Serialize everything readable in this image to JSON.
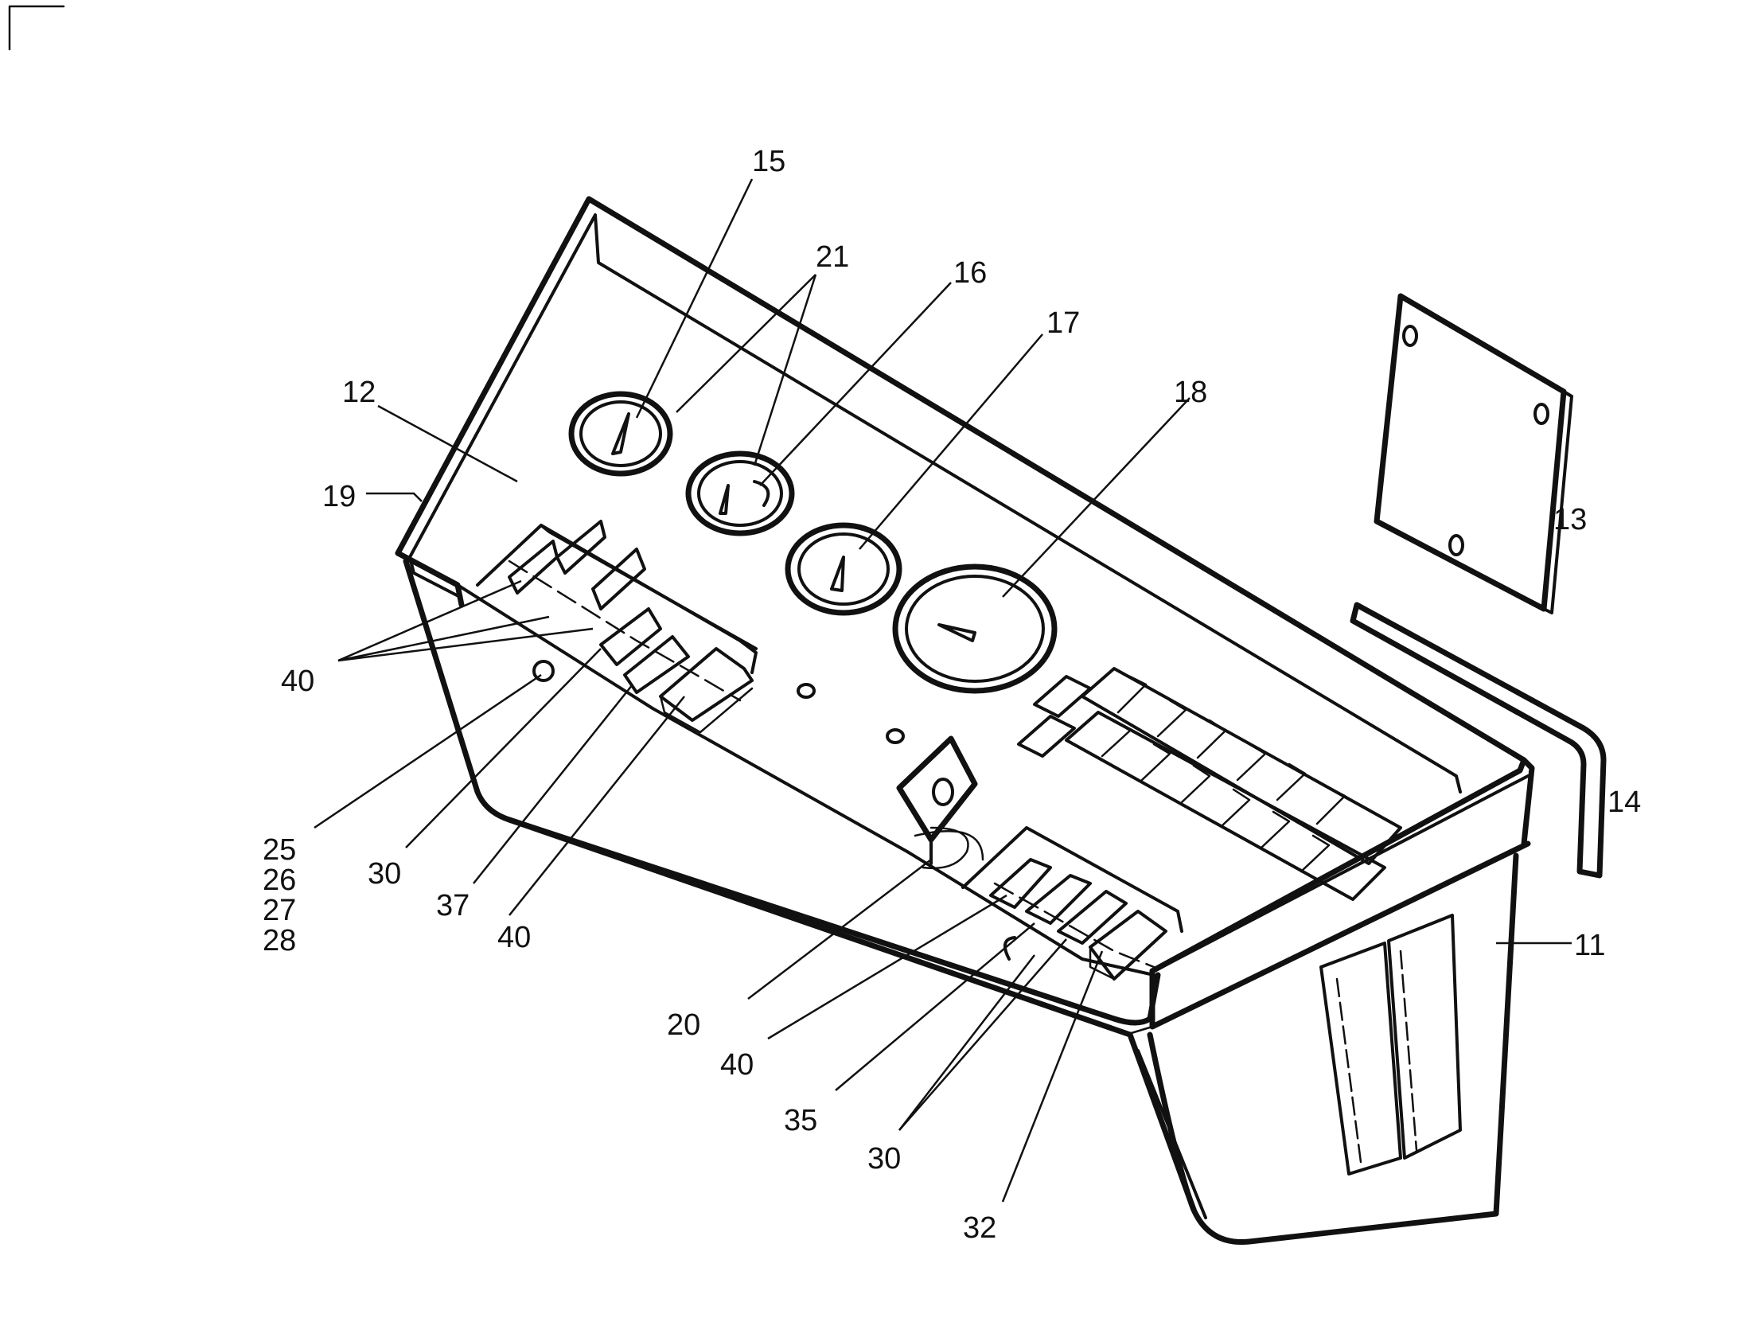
{
  "diagram": {
    "callouts": {
      "c11": "11",
      "c12": "12",
      "c13": "13",
      "c14": "14",
      "c15": "15",
      "c16": "16",
      "c17": "17",
      "c18": "18",
      "c19": "19",
      "c20": "20",
      "c21": "21",
      "c25": "25",
      "c26": "26",
      "c27": "27",
      "c28": "28",
      "c30_left": "30",
      "c30_bottom": "30",
      "c32": "32",
      "c35": "35",
      "c37": "37",
      "c40_left": "40",
      "c40_mid": "40",
      "c40_bottom": "40"
    }
  }
}
